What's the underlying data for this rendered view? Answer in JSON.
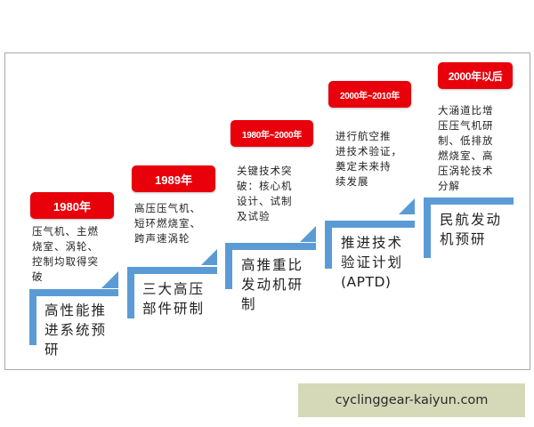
{
  "diagram": {
    "colors": {
      "badge": "#e8000b",
      "stair": "#5b9bd5",
      "watermark_bg": "#d6d9b8",
      "frame": "#a9a9a9"
    },
    "steps": [
      {
        "period": "1980年",
        "achievement": "压气机、主燃烧室、涡轮、控制均取得突破",
        "achievement_lines": [
          "压气机、主燃",
          "烧室、涡轮、",
          "控制均取得突",
          "破"
        ],
        "program": "高性能推进系统预研",
        "program_lines": [
          "高性能推",
          "进系统预",
          "研"
        ]
      },
      {
        "period": "1989年",
        "achievement": "高压压气机、短环燃烧室、跨声速涡轮",
        "achievement_lines": [
          "高压压气机、",
          "短环燃烧室、",
          "跨声速涡轮"
        ],
        "program": "三大高压部件研制",
        "program_lines": [
          "三大高压",
          "部件研制"
        ]
      },
      {
        "period": "1980年~2000年",
        "achievement": "关键技术突破：核心机设计、试制及试验",
        "achievement_lines": [
          "关键技术突",
          "破：核心机",
          "设计、试制",
          "及试验"
        ],
        "program": "高推重比发动机研制",
        "program_lines": [
          "高推重比",
          "发动机研",
          "制"
        ]
      },
      {
        "period": "2000年~2010年",
        "achievement": "进行航空推进技术验证，奠定未来持续发展",
        "achievement_lines": [
          "进行航空推",
          "进技术验证，",
          "奠定未来持",
          "续发展"
        ],
        "program": "推进技术验证计划(APTD)",
        "program_lines": [
          "推进技术",
          "验证计划",
          "(APTD)"
        ]
      },
      {
        "period": "2000年以后",
        "achievement": "大涵道比增压压气机研制、低排放燃烧室、高压涡轮技术分解",
        "achievement_lines": [
          "大涵道比增",
          "压压气机研",
          "制、低排放",
          "燃烧室、高",
          "压涡轮技术",
          "分解"
        ],
        "program": "民航发动机预研",
        "program_lines": [
          "民航发动",
          "机预研"
        ]
      }
    ]
  },
  "watermark": {
    "text": "cyclinggear-kaiyun.com"
  }
}
